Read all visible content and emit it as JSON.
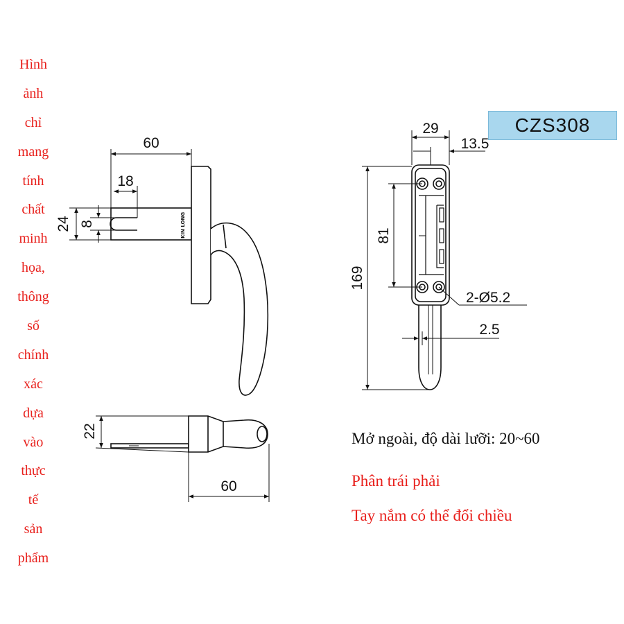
{
  "disclaimer": {
    "words": [
      "Hình",
      "ảnh",
      "chỉ",
      "mang",
      "tính",
      "chất",
      "minh",
      "họa,",
      "thông",
      "số",
      "chính",
      "xác",
      "dựa",
      "vào",
      "thực",
      "tế",
      "sản",
      "phẩm"
    ]
  },
  "model_code": "CZS308",
  "side_view": {
    "dims": {
      "width_top": "60",
      "slot_width": "18",
      "height_outer": "24",
      "height_inner": "8"
    },
    "brand_text": "KIN LONG"
  },
  "bottom_view": {
    "dims": {
      "thickness": "22",
      "length": "60"
    }
  },
  "front_view": {
    "dims": {
      "width": "29",
      "offset": "13.5",
      "height_total": "169",
      "hole_spacing": "81",
      "holes": "2-Ø5.2",
      "plate": "2.5"
    }
  },
  "notes": {
    "opening": "Mở ngoài, độ dài lưỡi: 20~60",
    "left_right": "Phân trái phải",
    "reversible": "Tay nắm có thể đổi chiều"
  },
  "colors": {
    "text_red": "#e8201c",
    "badge_bg": "#a9d7ee",
    "line": "#111111"
  }
}
